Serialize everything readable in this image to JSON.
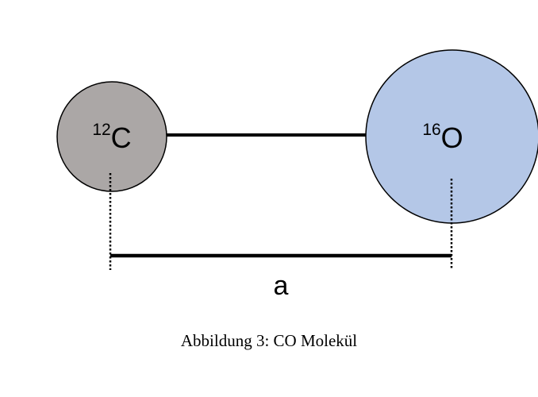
{
  "diagram": {
    "carbon": {
      "mass": "12",
      "symbol": "C",
      "fill": "#aba7a6"
    },
    "oxygen": {
      "mass": "16",
      "symbol": "O",
      "fill": "#b4c7e7"
    },
    "distance_label": "a"
  },
  "caption": "Abbildung 3: CO Molekül"
}
